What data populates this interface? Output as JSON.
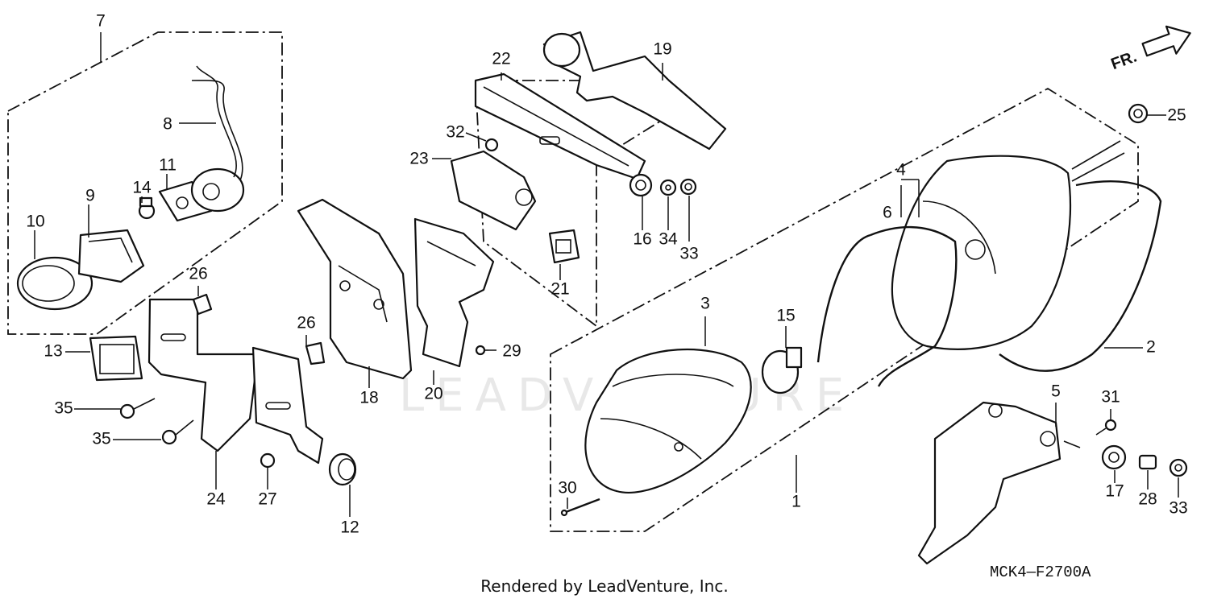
{
  "diagram": {
    "code": "MCK4—F2700A",
    "footer": "Rendered by LeadVenture, Inc.",
    "watermark": "LEADVENTURE",
    "direction_label": "FR.",
    "callouts": [
      "1",
      "2",
      "3",
      "4",
      "5",
      "6",
      "7",
      "8",
      "9",
      "10",
      "11",
      "12",
      "13",
      "14",
      "15",
      "16",
      "17",
      "18",
      "19",
      "20",
      "21",
      "22",
      "23",
      "24",
      "25",
      "26",
      "26",
      "27",
      "28",
      "29",
      "30",
      "31",
      "32",
      "33",
      "33",
      "34",
      "35",
      "35"
    ]
  }
}
